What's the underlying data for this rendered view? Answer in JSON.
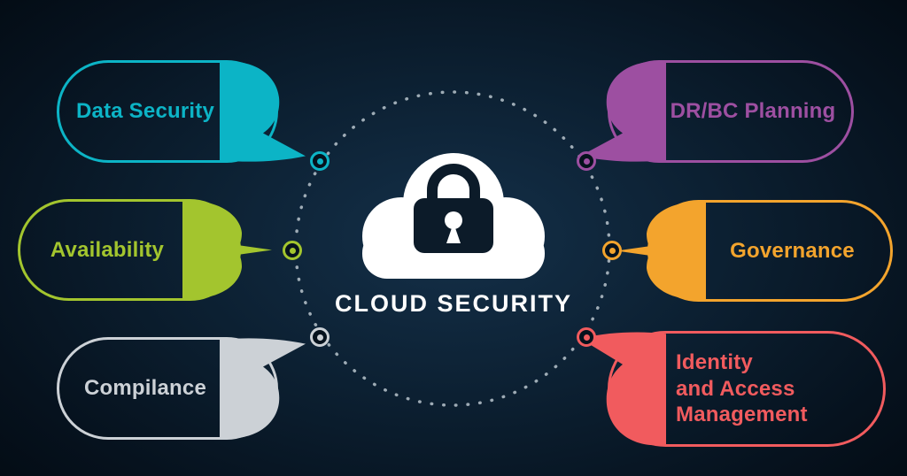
{
  "center": {
    "label": "CLOUD SECURITY"
  },
  "colors": {
    "cloud": "#ffffff",
    "lock": "#0c1b29",
    "dotted_circle": "#b9c4cd",
    "background_center": "#143049",
    "background_edge": "#02070d"
  },
  "bubbles": [
    {
      "id": "data-security",
      "label": "Data Security",
      "color": "#0cb4c6"
    },
    {
      "id": "availability",
      "label": "Availability",
      "color": "#a3c52e"
    },
    {
      "id": "compliance",
      "label": "Compilance",
      "color": "#ccd1d6"
    },
    {
      "id": "drbc-planning",
      "label": "DR/BC Planning",
      "color": "#9d4fa1"
    },
    {
      "id": "governance",
      "label": "Governance",
      "color": "#f3a42d"
    },
    {
      "id": "identity-access-management",
      "label": "Identity\nand Access\nManagement",
      "color": "#f15b5e"
    }
  ]
}
